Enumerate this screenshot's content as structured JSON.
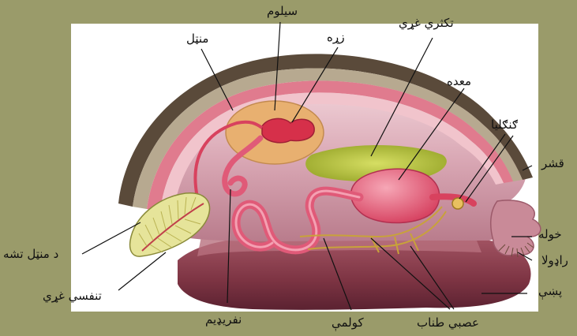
{
  "labels": {
    "coelom": "سیلوم",
    "mantle": "منټل",
    "heart": "زړه",
    "digestive_gland": "تکثري غړي",
    "stomach": "معده",
    "ganglion": "ګنګلیا",
    "shell": "قشر",
    "mouth": "خوله",
    "radula": "راډولا",
    "mantle_cavity": "د منټل تشه",
    "gill": "تنفسي غړي",
    "nephridium": "نفریډیم",
    "intestine": "کولمې",
    "nerve_cord": "عصبي طناب",
    "foot": "پښې"
  },
  "colors": {
    "background": "#9a9b6a",
    "panel": "#ffffff",
    "shell_outer": "#5a4a3a",
    "mantle": "#e8a0a8",
    "gut": "#e05a78",
    "digestive_gland": "#b7c23a",
    "coelom": "#e8b070",
    "foot": "#7a3040",
    "gill": "#e6e49a"
  }
}
